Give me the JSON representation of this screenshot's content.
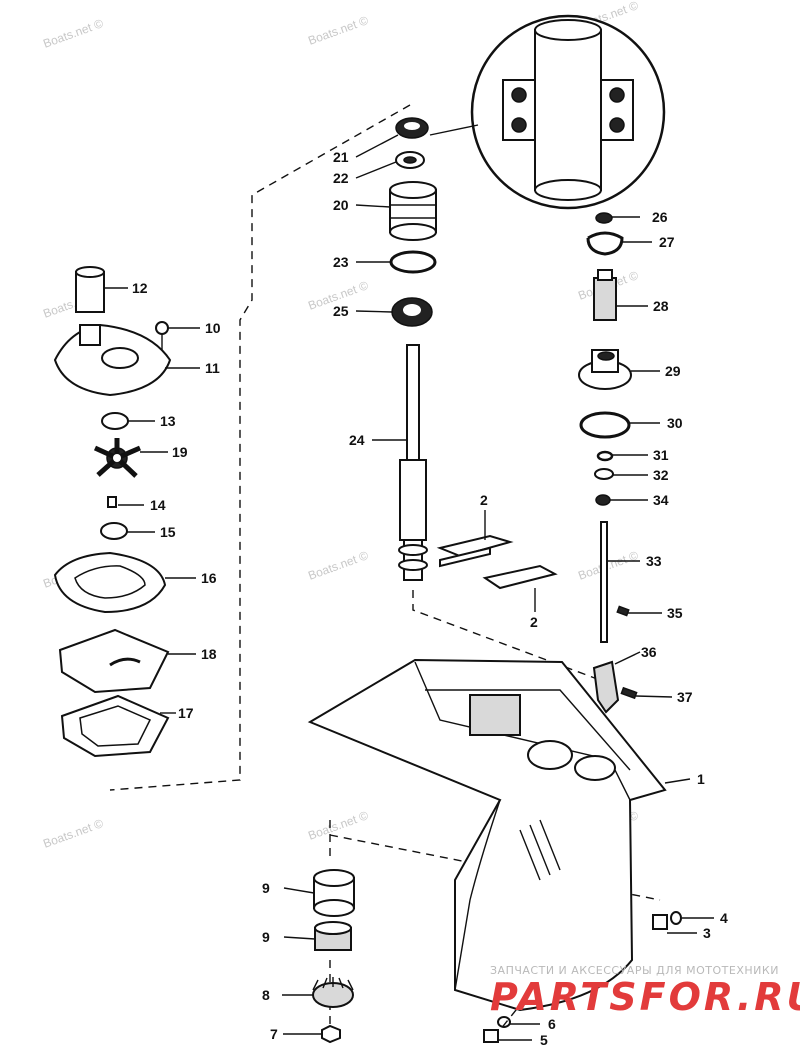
{
  "watermarks": {
    "site": "Boats.net ©"
  },
  "branding": {
    "tagline": "ЗАПЧАСТИ И АКСЕССУАРЫ ДЛЯ МОТОТЕХНИКИ",
    "logo": "PARTSFOR.RU"
  },
  "callouts": {
    "c21": "21",
    "c22": "22",
    "c20": "20",
    "c23": "23",
    "c25": "25",
    "c24": "24",
    "c12": "12",
    "c10": "10",
    "c11": "11",
    "c13": "13",
    "c19": "19",
    "c14": "14",
    "c15": "15",
    "c16": "16",
    "c18": "18",
    "c17": "17",
    "c26": "26",
    "c27": "27",
    "c28": "28",
    "c29": "29",
    "c30": "30",
    "c31": "31",
    "c32": "32",
    "c34": "34",
    "c33": "33",
    "c35": "35",
    "c36": "36",
    "c37": "37",
    "c2a": "2",
    "c2b": "2",
    "c1": "1",
    "c9a": "9",
    "c9b": "9",
    "c8": "8",
    "c7": "7",
    "c4": "4",
    "c3": "3",
    "c6": "6",
    "c5": "5"
  },
  "colors": {
    "line": "#111111",
    "watermark": "#c8c8c8",
    "brand_red": "#e23b3b"
  }
}
